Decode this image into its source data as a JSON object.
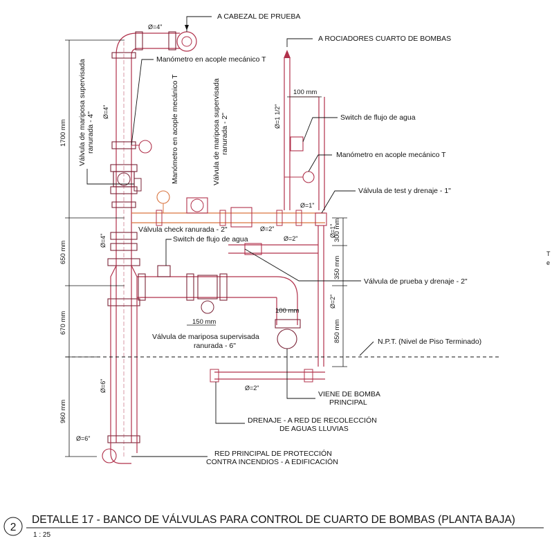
{
  "colors": {
    "pipe_main": "#b0304a",
    "pipe_orange": "#d9743f",
    "pipe_dark": "#7a2236",
    "ink": "#111111",
    "background": "#ffffff"
  },
  "labels": {
    "cabezal": "A CABEZAL DE PRUEBA",
    "rociadores": "A ROCIADORES CUARTO DE BOMBAS",
    "manometro_top": "Manómetro en acople mecánico T",
    "switch_flujo_right": "Switch de flujo de agua",
    "manometro_right": "Manómetro en acople mecánico T",
    "valvula_test": "Válvula de test y drenaje - 1\"",
    "valvula_check": "Válvula check ranurada - 2\"",
    "switch_flujo_mid": "Switch de flujo de agua",
    "valvula_prueba": "Válvula de prueba y drenaje - 2\"",
    "npt": "N.P.T. (Nivel de Piso Terminado)",
    "mariposa_6_line1": "Válvula de mariposa supervisada",
    "mariposa_6_line2": "ranurada - 6\"",
    "viene_line1": "VIENE DE BOMBA",
    "viene_line2": "PRINCIPAL",
    "drenaje_line1": "DRENAJE - A RED DE RECOLECCIÓN",
    "drenaje_line2": "DE AGUAS LLUVIAS",
    "red_line1": "RED PRINCIPAL DE PROTECCIÓN",
    "red_line2": "CONTRA INCENDIOS - A EDIFICACIÓN",
    "mariposa_4_line1": "Válvula de mariposa supervisada",
    "mariposa_4_line2": "ranurada - 4\"",
    "manometro_vert": "Manómetro en acople mecánico T",
    "mariposa_2_line1": "Válvula de mariposa supervisada",
    "mariposa_2_line2": "ranurada - 2\"",
    "edge_t": "T",
    "edge_e": "e"
  },
  "diameters": {
    "d4_top": "Ø=4\"",
    "d4_vert": "Ø=4\"",
    "d4_lower": "Ø=4\"",
    "d6_vert": "Ø=6\"",
    "d6_bottom": "Ø=6\"",
    "d1_half": "Ø=1 1/2\"",
    "d1_h": "Ø=1\"",
    "d1_v": "Ø=1\"",
    "d2_a": "Ø=2\"",
    "d2_b": "Ø=2\"",
    "d2_c": "Ø=2\"",
    "d2_d": "Ø=2\""
  },
  "dimensions": {
    "h1700": "1700 mm",
    "h650": "650 mm",
    "h670": "670 mm",
    "h960": "960 mm",
    "h300": "300 mm",
    "h350": "350 mm",
    "h850": "850 mm",
    "w100_top": "100 mm",
    "w100_mid": "100 mm",
    "w150": "150 mm"
  },
  "title_block": {
    "detail_number": "2",
    "title": "DETALLE 17 - BANCO DE VÁLVULAS PARA CONTROL DE CUARTO DE BOMBAS (PLANTA BAJA)",
    "scale": "1 : 25"
  }
}
